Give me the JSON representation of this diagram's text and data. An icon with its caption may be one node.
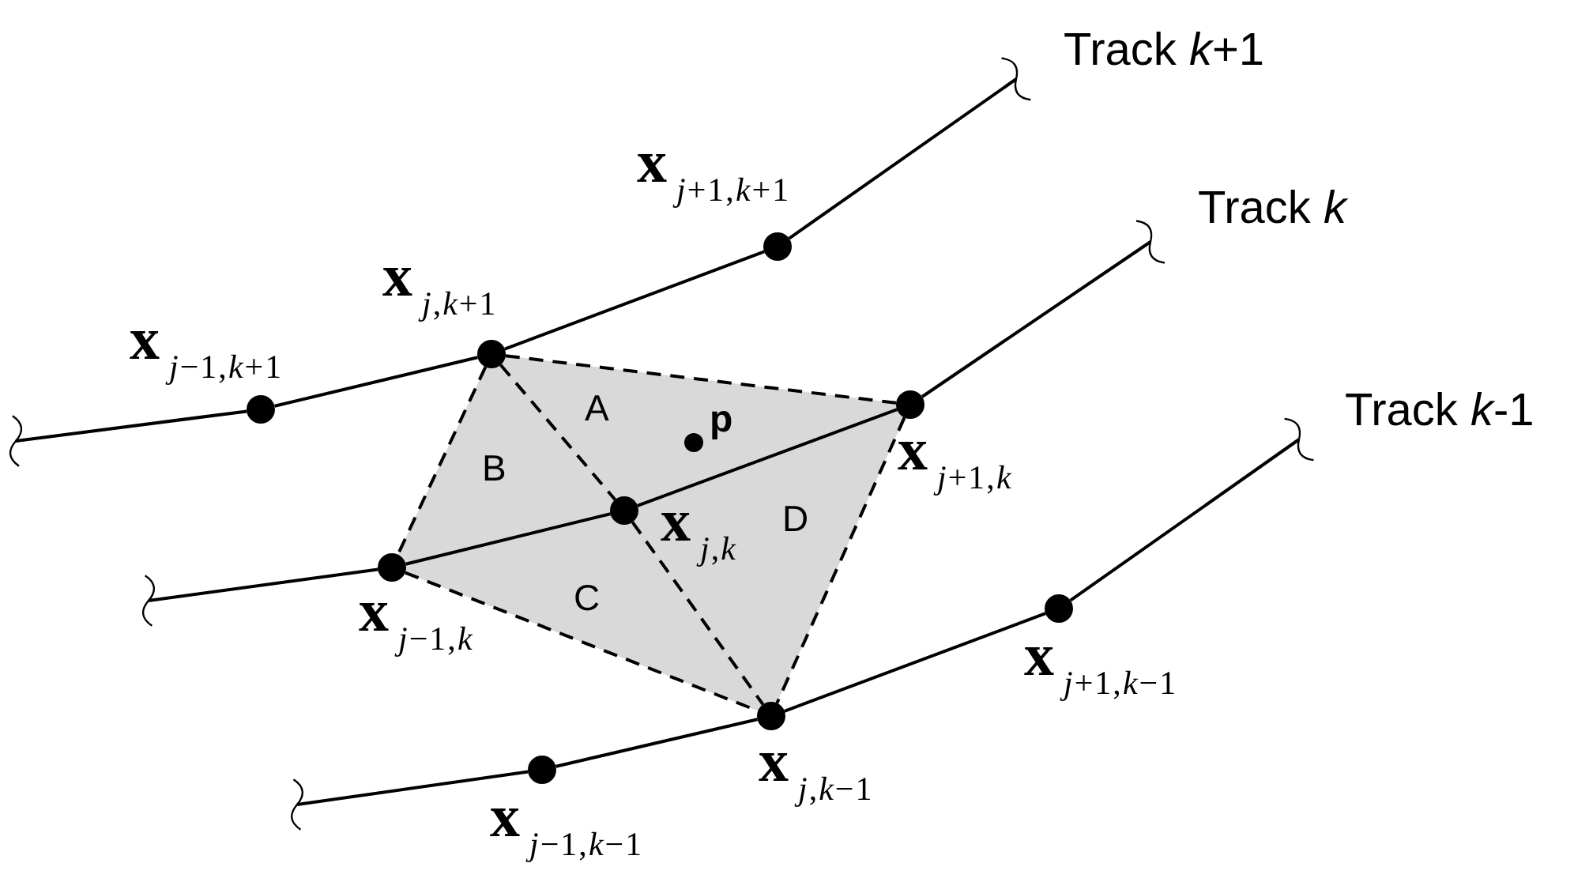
{
  "diagram": {
    "nodes": [
      {
        "text": [],
        "shape": "circle",
        "beside": [
          "**x**$_{j−1,k+1}$"
        ]
      },
      {
        "text": [],
        "shape": "circle",
        "beside": [
          "**x**$_{j,k+1}$"
        ]
      },
      {
        "text": [],
        "shape": "circle",
        "beside": [
          "**x**$_{j+1,k+1}$"
        ]
      },
      {
        "text": [],
        "shape": "circle",
        "beside": [
          "**x**$_{j−1,k}$"
        ]
      },
      {
        "text": [],
        "shape": "circle",
        "beside": [
          "**x**$_{j,k}$"
        ]
      },
      {
        "text": [],
        "shape": "circle",
        "beside": [
          "**x**$_{j+1,k}$"
        ]
      },
      {
        "text": [],
        "shape": "circle",
        "beside": [
          "**x**$_{j−1,k−1}$"
        ]
      },
      {
        "text": [],
        "shape": "circle",
        "beside": [
          "**x**$_{j,k−1}$"
        ]
      },
      {
        "text": [],
        "shape": "circle",
        "beside": [
          "**x**$_{j+1,k−1}$"
        ]
      },
      {
        "text": [],
        "shape": "circle",
        "beside": [
          "p"
        ]
      }
    ],
    "edges": [
      {
        "from": null,
        "to": 0,
        "arrow": "none"
      },
      {
        "from": 0,
        "to": 1,
        "arrow": "none"
      },
      {
        "from": 1,
        "to": 2,
        "arrow": "none"
      },
      {
        "from": 2,
        "to": null,
        "arrow": "none"
      },
      {
        "from": null,
        "to": 3,
        "arrow": "none"
      },
      {
        "from": 3,
        "to": 4,
        "arrow": "none"
      },
      {
        "from": 4,
        "to": 5,
        "arrow": "none"
      },
      {
        "from": 5,
        "to": null,
        "arrow": "none"
      },
      {
        "from": null,
        "to": 6,
        "arrow": "none"
      },
      {
        "from": 6,
        "to": 7,
        "arrow": "none"
      },
      {
        "from": 7,
        "to": 8,
        "arrow": "none"
      },
      {
        "from": 8,
        "to": null,
        "arrow": "none"
      },
      {
        "from": 1,
        "to": 5,
        "arrow": "none",
        "style": "dashed"
      },
      {
        "from": 1,
        "to": 3,
        "arrow": "none",
        "style": "dashed"
      },
      {
        "from": 1,
        "to": 4,
        "arrow": "none",
        "style": "dashed"
      },
      {
        "from": 4,
        "to": 7,
        "arrow": "none",
        "style": "dashed"
      },
      {
        "from": 3,
        "to": 7,
        "arrow": "none",
        "style": "dashed"
      },
      {
        "from": 5,
        "to": 7,
        "arrow": "none",
        "style": "dashed"
      }
    ],
    "labels": [
      "Track *k*+1",
      "Track *k*",
      "Track *k*-1",
      "A",
      "B",
      "C",
      "D"
    ]
  }
}
